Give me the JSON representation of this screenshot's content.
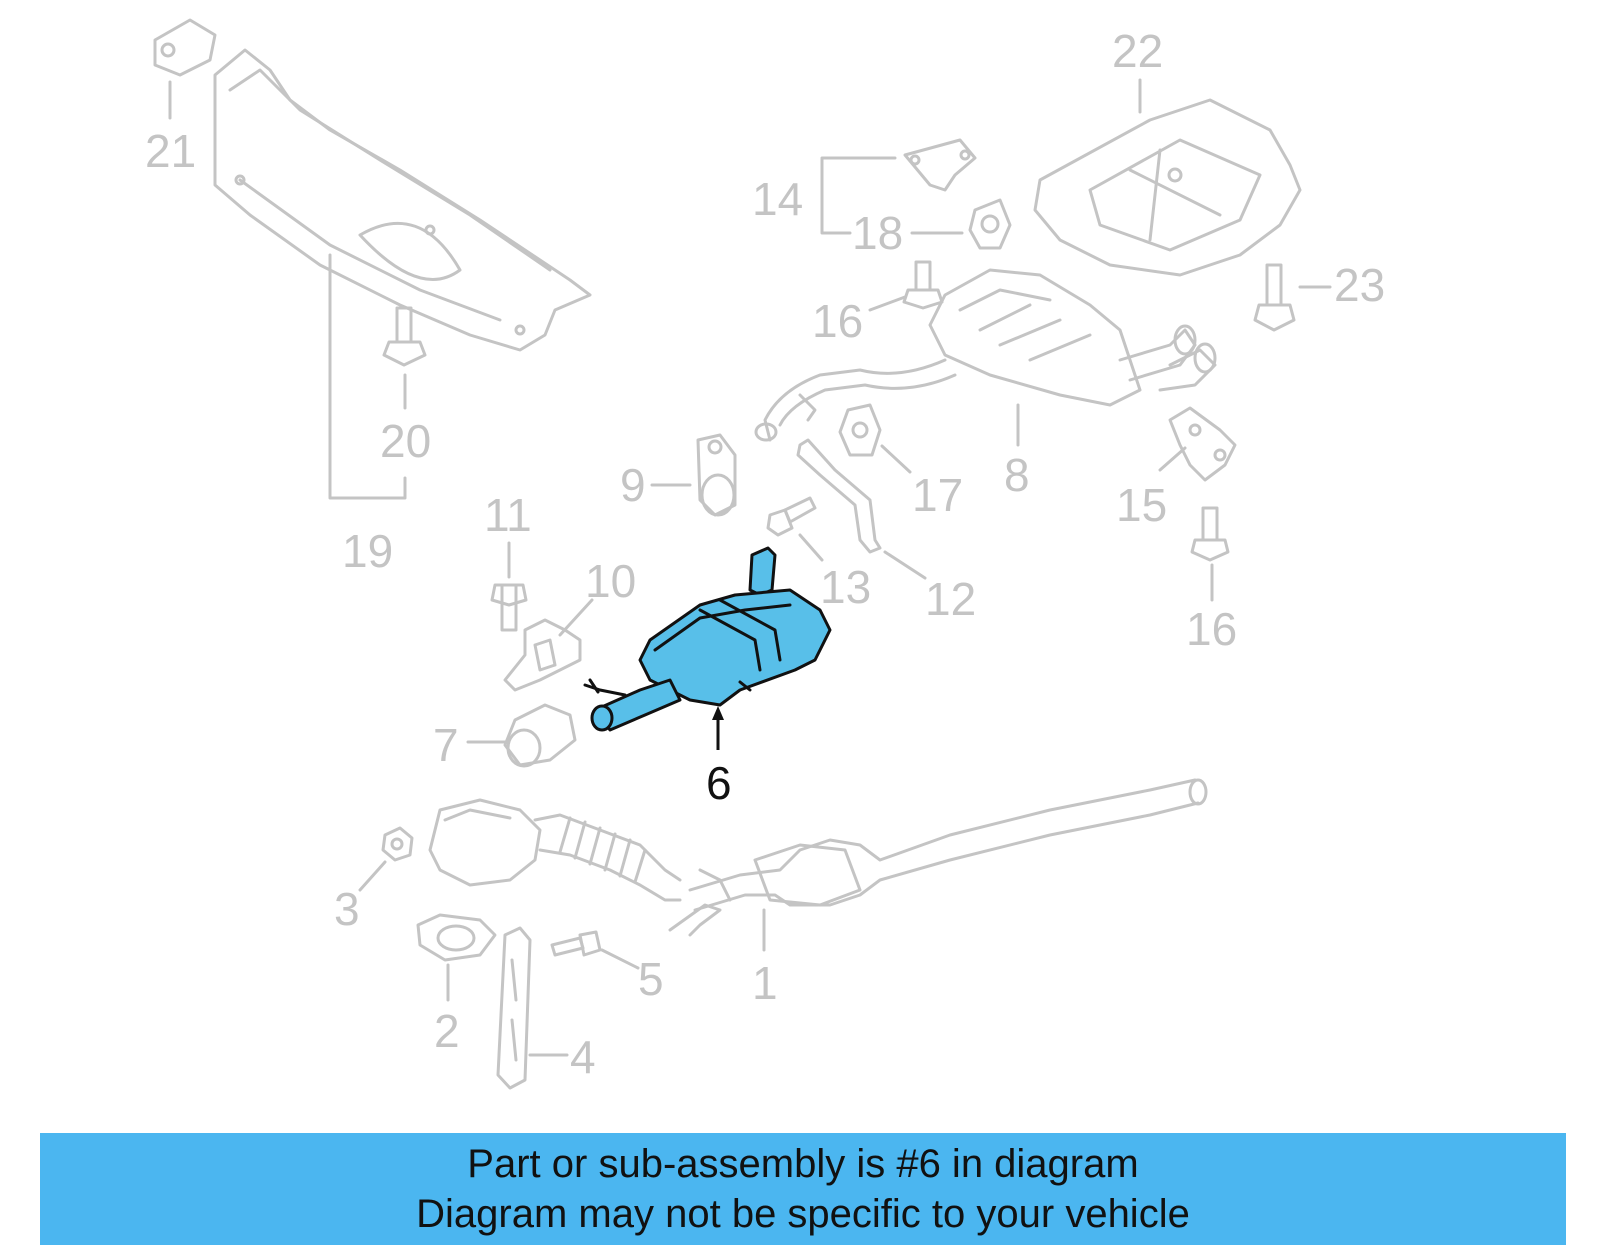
{
  "diagram": {
    "highlighted_part": "6",
    "callouts": {
      "p1": "1",
      "p2": "2",
      "p3": "3",
      "p4": "4",
      "p5": "5",
      "p6": "6",
      "p7": "7",
      "p8": "8",
      "p9": "9",
      "p10": "10",
      "p11": "11",
      "p12": "12",
      "p13": "13",
      "p14": "14",
      "p15": "15",
      "p16a": "16",
      "p16b": "16",
      "p17": "17",
      "p18": "18",
      "p19": "19",
      "p20": "20",
      "p21": "21",
      "p22": "22",
      "p23": "23"
    },
    "colors": {
      "faded": "#c4c4c4",
      "highlight_fill": "#58bfe9",
      "highlight_stroke": "#111111",
      "label": "#111111"
    }
  },
  "banner": {
    "line1": "Part or sub-assembly is #6 in diagram",
    "line2": "Diagram may not be specific to your vehicle",
    "background": "#4bb6f0"
  }
}
